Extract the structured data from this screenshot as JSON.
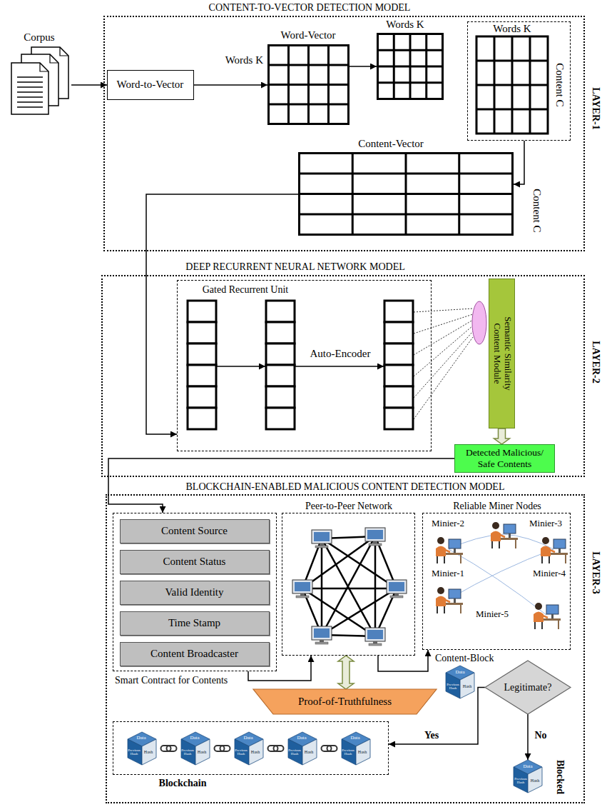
{
  "diagram": {
    "nodes": [
      {
        "text": [
          "CONTENT-TO-VECTOR DETECTION MODEL",
          "LAYER-1"
        ]
      },
      {
        "text": [
          "Corpus"
        ]
      },
      {
        "text": [
          "Word-to-Vector"
        ],
        "in": 0
      },
      {
        "text": [
          "Word-Vector",
          "Words K"
        ],
        "in": 0
      },
      {
        "text": [
          "Words K"
        ],
        "in": 0
      },
      {
        "text": [
          "Words K",
          "Content C"
        ],
        "in": 0
      },
      {
        "text": [
          "Content-Vector",
          "Content C"
        ],
        "in": 0
      },
      {
        "text": [
          "DEEP RECURRENT NEURAL NETWORK MODEL",
          "LAYER-2"
        ]
      },
      {
        "text": [
          "Gated Recurrent Unit"
        ],
        "in": 7
      },
      {
        "text": [
          "Semantic Similarity Content Module"
        ],
        "in": 7
      },
      {
        "text": [
          "Detected Malicious/ Safe Contents"
        ],
        "in": 7
      },
      {
        "text": [
          "BLOCKCHAIN-ENABLED MALICIOUS CONTENT DETECTION MODEL",
          "LAYER-3"
        ]
      },
      {
        "text": [
          "Smart Contract for Contents"
        ],
        "in": 11
      },
      {
        "text": [
          "Content Source"
        ],
        "in": 12
      },
      {
        "text": [
          "Content Status"
        ],
        "in": 12
      },
      {
        "text": [
          "Valid Identity"
        ],
        "in": 12
      },
      {
        "text": [
          "Time Stamp"
        ],
        "in": 12
      },
      {
        "text": [
          "Content Broadcaster"
        ],
        "in": 12
      },
      {
        "text": [
          "Peer-to-Peer Network"
        ],
        "in": 11
      },
      {
        "text": [
          "Reliable Miner Nodes"
        ],
        "in": 11
      },
      {
        "text": [
          "Proof-of-Truthfulness"
        ],
        "in": 11
      },
      {
        "text": [
          "Content-Block"
        ],
        "in": 11
      },
      {
        "text": [
          "Legitimate?"
        ],
        "in": 11
      },
      {
        "text": [
          "Blockchain"
        ],
        "in": 11
      },
      {
        "text": [
          "Blocked"
        ],
        "in": 11
      }
    ],
    "edges": [
      {
        "from": 1,
        "to": 2,
        "arrow": "to"
      },
      {
        "from": 2,
        "to": 3,
        "arrow": "to"
      },
      {
        "from": 3,
        "to": 4,
        "arrow": "to"
      },
      {
        "from": 5,
        "to": 6,
        "arrow": "to"
      },
      {
        "from": 6,
        "to": 8,
        "arrow": "to"
      },
      {
        "from": 9,
        "to": 10,
        "arrow": "to"
      },
      {
        "from": 10,
        "to": 12,
        "arrow": "to"
      },
      {
        "from": 12,
        "to": 18,
        "arrow": "to"
      },
      {
        "from": 20,
        "to": 18,
        "arrow": "both"
      },
      {
        "from": 18,
        "to": 19,
        "arrow": "to"
      },
      {
        "from": 22,
        "to": 23,
        "label": "Yes",
        "arrow": "to"
      },
      {
        "from": 22,
        "to": 24,
        "label": "No",
        "arrow": "to"
      }
    ],
    "labels": [
      "Auto-Encoder",
      "Minier-2",
      "Minier-3",
      "Minier-1",
      "Minier-4",
      "Minier-5",
      "Data",
      "Previous Hash",
      "Hash",
      "Data",
      "Previous Hash",
      "Hash",
      "Data",
      "Previous Hash",
      "Hash",
      "Data",
      "Previous Hash",
      "Hash",
      "Data",
      "Previous Hash",
      "Hash",
      "Data",
      "Previous Hash",
      "Hash",
      "Data",
      "Previous Hash",
      "Hash"
    ]
  }
}
